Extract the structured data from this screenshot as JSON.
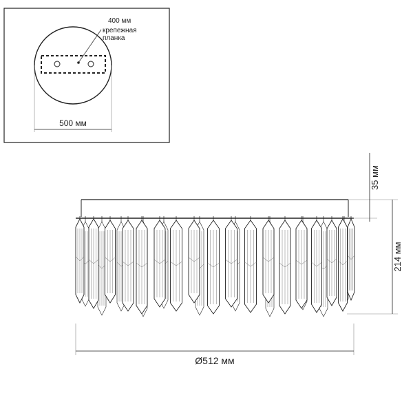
{
  "mounting_view": {
    "plate_width_label": "400 мм",
    "plate_name_line1": "крепежная",
    "plate_name_line2": "планка",
    "diameter_label": "500 мм"
  },
  "side_view": {
    "canopy_height_label": "35 мм",
    "body_height_label": "214 мм",
    "diameter_label": "Ø512 мм"
  },
  "colors": {
    "line": "#222222",
    "hatch": "#666666"
  }
}
